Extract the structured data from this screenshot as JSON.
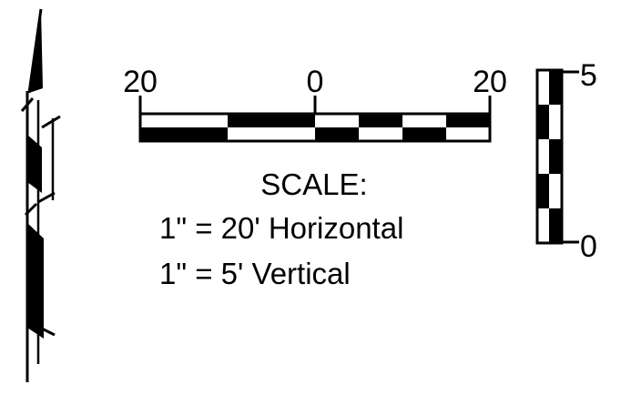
{
  "horizontal_scale": {
    "tick_labels": [
      "20",
      "0",
      "20"
    ],
    "units": "ft",
    "left_extent": 20,
    "right_extent": 20
  },
  "vertical_scale": {
    "tick_labels": [
      "5",
      "0"
    ],
    "units": "ft",
    "max": 5,
    "min": 0
  },
  "legend": {
    "heading": "SCALE:",
    "horizontal_line": "1\" = 20' Horizontal",
    "vertical_line": "1\" = 5' Vertical"
  },
  "colors": {
    "ink": "#000000",
    "paper": "#ffffff"
  }
}
